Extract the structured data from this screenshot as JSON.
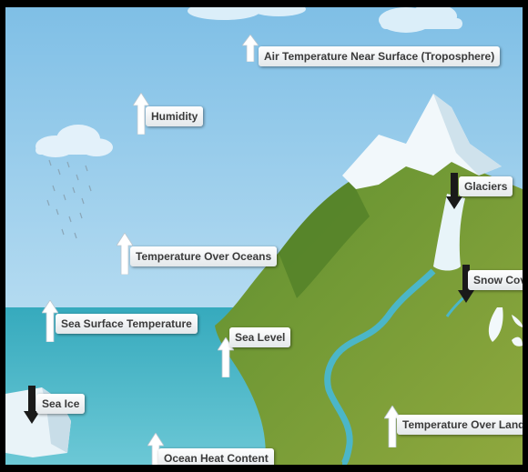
{
  "indicators": [
    {
      "id": "air-temperature",
      "label": "Air Temperature Near Surface (Troposphere)",
      "trend": "up"
    },
    {
      "id": "humidity",
      "label": "Humidity",
      "trend": "up"
    },
    {
      "id": "glaciers",
      "label": "Glaciers",
      "trend": "down"
    },
    {
      "id": "temperature-over-oceans",
      "label": "Temperature Over Oceans",
      "trend": "up"
    },
    {
      "id": "snow-cover",
      "label": "Snow Cover",
      "trend": "down"
    },
    {
      "id": "sea-surface-temperature",
      "label": "Sea Surface Temperature",
      "trend": "up"
    },
    {
      "id": "sea-level",
      "label": "Sea Level",
      "trend": "up"
    },
    {
      "id": "sea-ice",
      "label": "Sea Ice",
      "trend": "down"
    },
    {
      "id": "temperature-over-land",
      "label": "Temperature Over Land",
      "trend": "up"
    },
    {
      "id": "ocean-heat-content",
      "label": "Ocean Heat Content",
      "trend": "up"
    }
  ],
  "colors": {
    "up_arrow": "#ffffff",
    "down_arrow": "#1a1a1a",
    "sky": "#a9d3ec",
    "ocean": "#3fb0c2",
    "land": "#6f9a3a"
  }
}
